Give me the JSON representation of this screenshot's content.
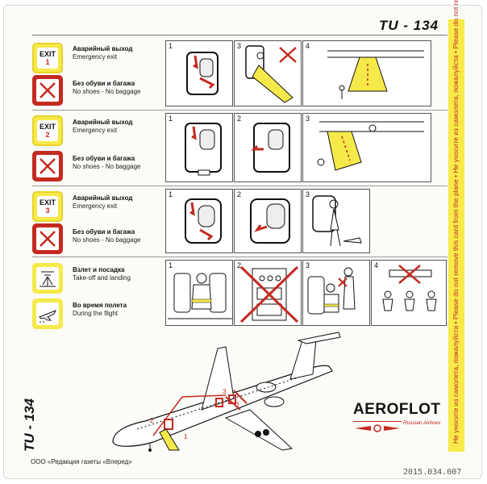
{
  "header": {
    "title": "TU - 134"
  },
  "strip": {
    "text": "Не уносите из самолета, пожалуйста  •  Please do not remove this card from the plane  •  Не уносите из самолета, пожалуйста  •  Please do not remove this card from the plane  •"
  },
  "exits": [
    {
      "sign_word": "EXIT",
      "sign_number": "1",
      "label_ru": "Аварийный выход",
      "label_en": "Emergency exit"
    },
    {
      "sign_word": "EXIT",
      "sign_number": "2",
      "label_ru": "Аварийный выход",
      "label_en": "Emergency exit"
    },
    {
      "sign_word": "EXIT",
      "sign_number": "3",
      "label_ru": "Аварийный выход",
      "label_en": "Emergency exit"
    }
  ],
  "no_baggage": {
    "label_ru": "Без обуви и багажа",
    "label_en": "No shoes - No baggage"
  },
  "flight": [
    {
      "label_ru": "Взлет и посадка",
      "label_en": "Take-off and landing"
    },
    {
      "label_ru": "Во время полета",
      "label_en": "During the flight"
    }
  ],
  "panel_numbers": {
    "row1": [
      "1",
      "3",
      "4"
    ],
    "row2": [
      "1",
      "2",
      "3"
    ],
    "row3": [
      "1",
      "2",
      "3"
    ],
    "row4": [
      "1",
      "2",
      "3",
      "4"
    ]
  },
  "diagram_labels": [
    "1",
    "2",
    "3",
    "3"
  ],
  "footer": {
    "side_title": "TU - 134",
    "brand": "AEROFLOT",
    "brand_sub": "Russian Airlines",
    "publisher": "ООО «Редакция газеты «Вперед»",
    "catalog_number": "2015.034.007"
  },
  "colors": {
    "accent_red": "#c42a20",
    "yellow": "#f6e94a"
  }
}
